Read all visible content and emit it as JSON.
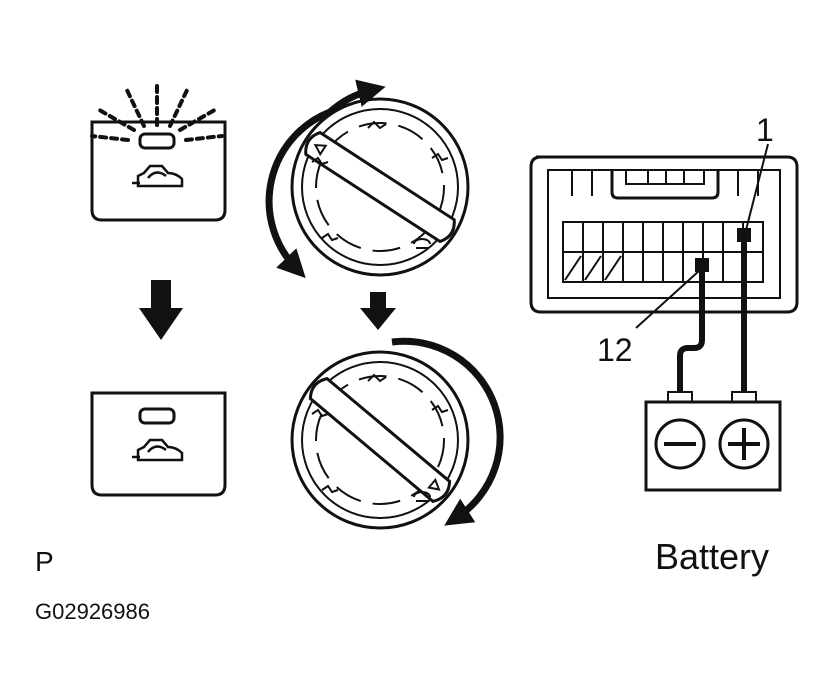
{
  "labels": {
    "pin_1": "1",
    "pin_12": "12",
    "battery": "Battery",
    "view_code": "P",
    "figure_id": "G02926986"
  },
  "symbols": {
    "negative": "minus-icon",
    "positive": "plus-icon"
  },
  "colors": {
    "ink": "#111111",
    "paper": "#ffffff"
  }
}
